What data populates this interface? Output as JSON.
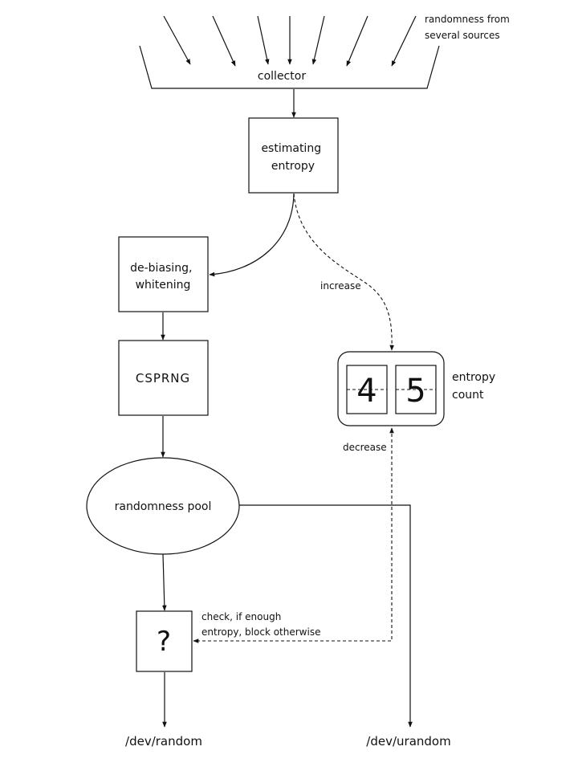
{
  "labels": {
    "sources": [
      "randomness from",
      "several sources"
    ],
    "collector": "collector",
    "estimating": [
      "estimating",
      "entropy"
    ],
    "debiasing": [
      "de-biasing,",
      "whitening"
    ],
    "csprng": "CSPRNG",
    "pool": "randomness pool",
    "check_symbol": "?",
    "check_note": [
      "check, if enough",
      "entropy, block otherwise"
    ],
    "increase": "increase",
    "decrease": "decrease",
    "entropy_count": [
      "entropy",
      "count"
    ],
    "digits": [
      "4",
      "5"
    ],
    "dev_random": "/dev/random",
    "dev_urandom": "/dev/urandom"
  }
}
